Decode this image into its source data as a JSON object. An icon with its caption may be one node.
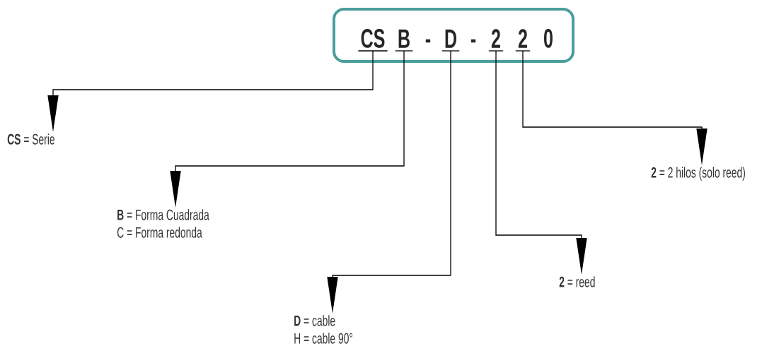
{
  "diagram": {
    "nodes": [
      {
        "text": [],
        "shape": "box"
      },
      {
        "text": [
          "CS"
        ],
        "in": 0
      },
      {
        "text": [
          "B"
        ],
        "in": 0
      },
      {
        "text": [
          "-"
        ],
        "in": 0
      },
      {
        "text": [
          "D"
        ],
        "in": 0
      },
      {
        "text": [
          "-"
        ],
        "in": 0
      },
      {
        "text": [
          "2"
        ],
        "in": 0
      },
      {
        "text": [
          "2"
        ],
        "in": 0
      },
      {
        "text": [
          "0"
        ],
        "in": 0
      },
      {
        "text": [
          "**CS** = Serie"
        ]
      },
      {
        "text": [
          "**B** = Forma Cuadrada",
          "C = Forma redonda"
        ]
      },
      {
        "text": [
          "**D** = cable",
          "H = cable 90°"
        ]
      },
      {
        "text": [
          "**2** = reed"
        ]
      },
      {
        "text": [
          "**2** = 2 hilos (solo reed)"
        ]
      }
    ],
    "edges": [
      {
        "from": 1,
        "to": 9,
        "arrow": "to"
      },
      {
        "from": 2,
        "to": 10,
        "arrow": "to"
      },
      {
        "from": 4,
        "to": 11,
        "arrow": "to"
      },
      {
        "from": 6,
        "to": 12,
        "arrow": "to"
      },
      {
        "from": 7,
        "to": 13,
        "arrow": "to"
      }
    ]
  }
}
